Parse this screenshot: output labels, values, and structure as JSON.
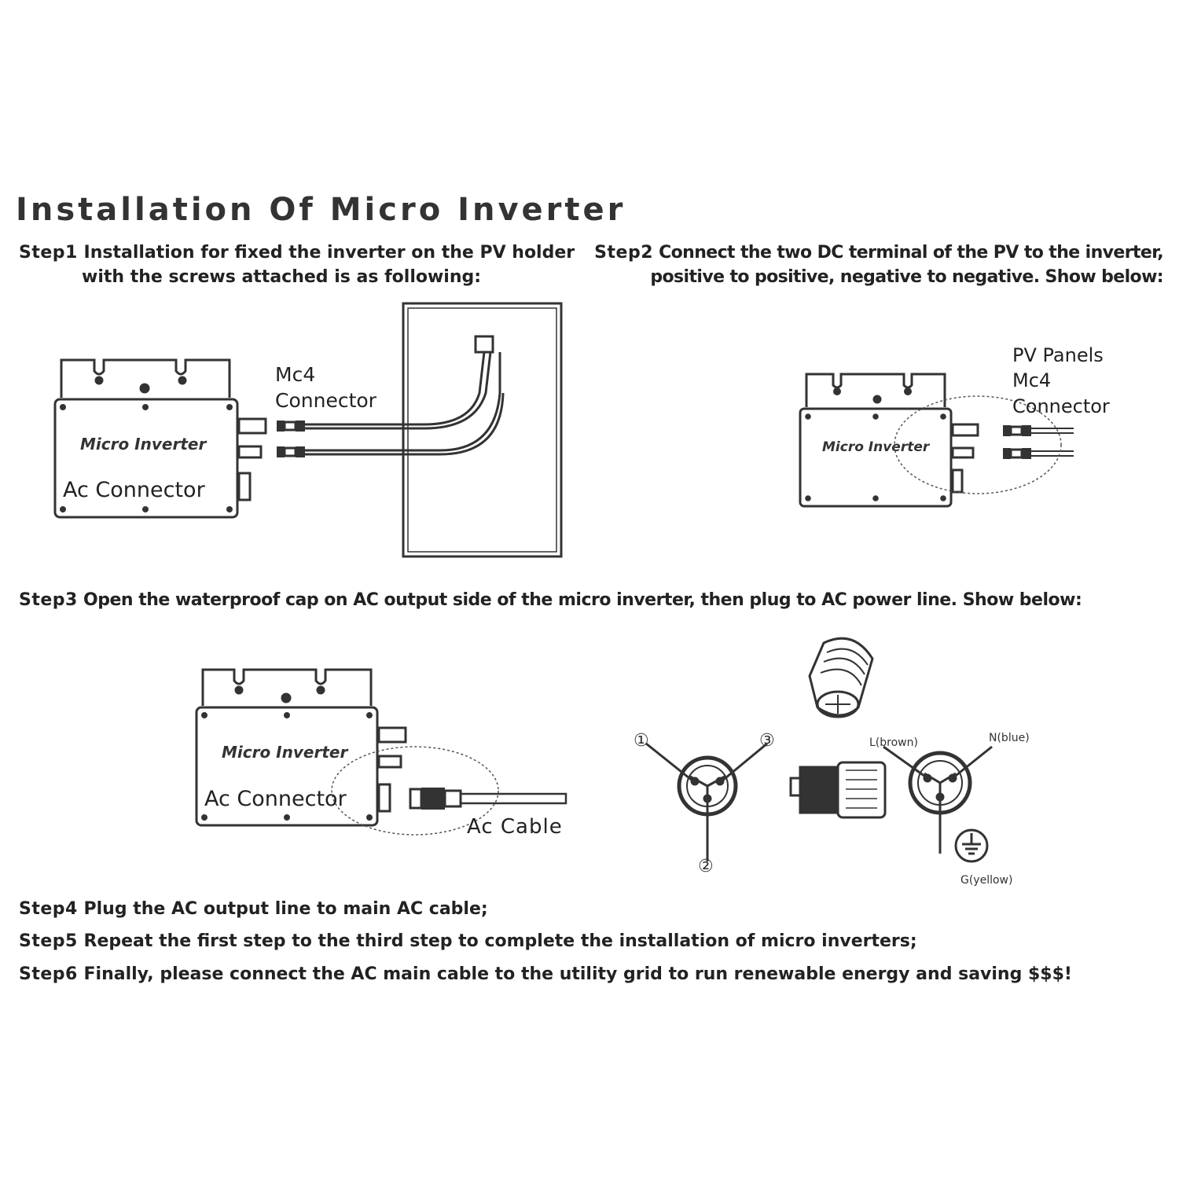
{
  "title": "Installation Of Micro Inverter",
  "steps": {
    "s1": {
      "num": "Step1",
      "line1": "Installation for fixed the inverter on the PV holder",
      "line2": "with the screws attached is as following:"
    },
    "s2": {
      "num": "Step2",
      "line1": "Connect the two DC terminal of the PV to the inverter,",
      "line2": "positive to positive, negative to negative. Show below:"
    },
    "s3": {
      "num": "Step3",
      "line1": "Open the waterproof cap on AC output side of the micro inverter, then plug to AC power line. Show below:"
    },
    "s4": {
      "num": "Step4",
      "line1": "Plug the AC output line to main AC cable;"
    },
    "s5": {
      "num": "Step5",
      "line1": "Repeat the first step to the third step to complete the installation of micro inverters;"
    },
    "s6": {
      "num": "Step6",
      "line1": "Finally, please connect the AC main cable to the utility grid  to run renewable energy and saving $$$!"
    }
  },
  "labels": {
    "micro_inverter": "Micro Inverter",
    "ac_connector": "Ac Connector",
    "mc4": "Mc4",
    "connector": "Connector",
    "pv_panels": "PV Panels",
    "ac_cable": "Ac Cable",
    "pin1": "①",
    "pin2": "②",
    "pin3": "③",
    "l_brown": "L(brown)",
    "n_blue": "N(blue)",
    "g_yellow": "G(yellow)"
  }
}
